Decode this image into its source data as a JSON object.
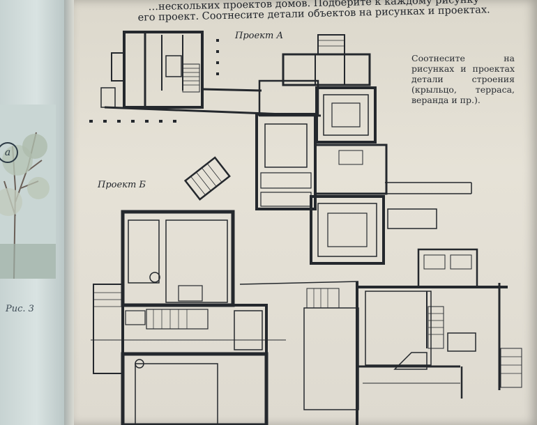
{
  "header": {
    "line1": "…нескольких проектов домов. Подберите к каждому рисунку",
    "line2": "его проект. Соотнесите детали объектов на рисунках и проектах."
  },
  "labels": {
    "project_a": "Проект А",
    "project_b": "Проект Б",
    "circle_letter": "а",
    "fig_caption": "Рис. 3"
  },
  "side_note": "Соотнесите на рисунках и проектах детали строения (крыльцо, терраса, веранда и пр.).",
  "colors": {
    "paper": "#e6e2d7",
    "ink": "#1f2329"
  }
}
